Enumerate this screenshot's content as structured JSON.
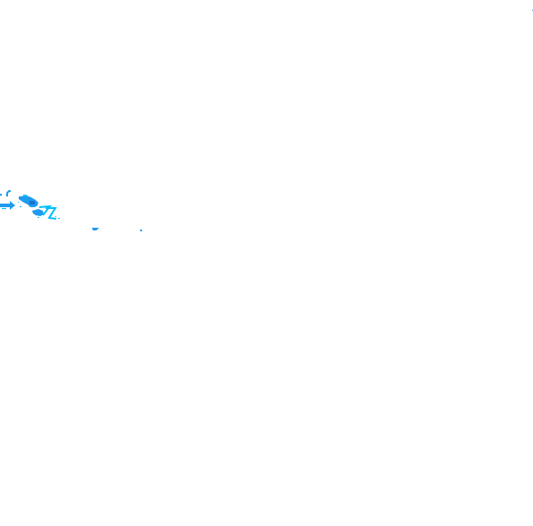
{
  "map": {
    "background_color": "#ffffff",
    "feature_colors": {
      "bright": "#00bfff",
      "medium": "#1e9bef",
      "dark": "#1a6fd1"
    },
    "features": [
      {
        "name": "stray-speck-top-right"
      },
      {
        "name": "hook-mark-left-edge"
      },
      {
        "name": "arrow-bar-left"
      },
      {
        "name": "arrow-head-left"
      },
      {
        "name": "small-dots-near-arrow"
      },
      {
        "name": "central-blob"
      },
      {
        "name": "blob-tail-lower"
      },
      {
        "name": "z-shape-strokes"
      },
      {
        "name": "z-shape-dots"
      },
      {
        "name": "lower-dash-left"
      },
      {
        "name": "lower-speck-right"
      }
    ]
  }
}
